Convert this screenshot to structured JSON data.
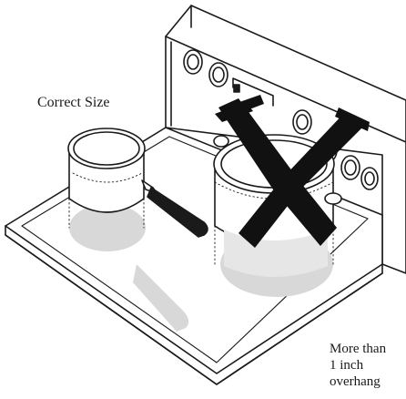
{
  "labels": {
    "correct_size": "Correct Size",
    "overhang_line1": "More than",
    "overhang_line2": "1 inch",
    "overhang_line3": "overhang"
  },
  "colors": {
    "ink": "#1a1a1a",
    "shadow": "#cfcfcf",
    "cross": "#111111",
    "paper": "#ffffff"
  },
  "icons": {
    "cross_mark": "x-icon"
  }
}
